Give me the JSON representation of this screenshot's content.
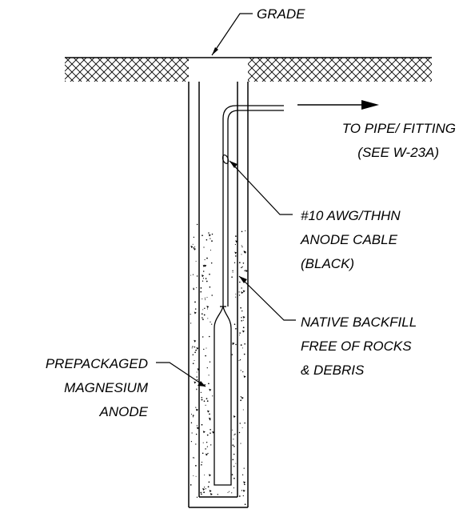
{
  "labels": {
    "grade": "GRADE",
    "to_pipe_line1": "TO PIPE/ FITTING",
    "to_pipe_line2": "(SEE W-23A)",
    "cable_line1": "#10 AWG/THHN",
    "cable_line2": "ANODE CABLE",
    "cable_line3": "(BLACK)",
    "backfill_line1": "NATIVE BACKFILL",
    "backfill_line2": "FREE OF ROCKS",
    "backfill_line3": "& DEBRIS",
    "anode_line1": "PREPACKAGED",
    "anode_line2": "MAGNESIUM",
    "anode_line3": "ANODE"
  },
  "colors": {
    "ink": "#000000",
    "background": "#ffffff"
  }
}
